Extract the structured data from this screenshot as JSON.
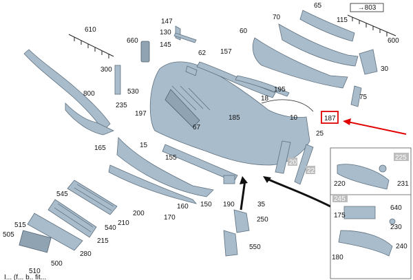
{
  "ref_box": "→803",
  "labels": {
    "l610": "610",
    "l147": "147",
    "l130": "130",
    "l145": "145",
    "l660": "660",
    "l300": "300",
    "l800": "800",
    "l530": "530",
    "l235": "235",
    "l197": "197",
    "l62": "62",
    "l157": "157",
    "l60": "60",
    "l70": "70",
    "l65": "65",
    "l115": "115",
    "l600": "600",
    "l30": "30",
    "l195": "195",
    "l75": "75",
    "l18": "18",
    "l185": "185",
    "l67": "67",
    "l10": "10",
    "l187": "187",
    "l25": "25",
    "l165": "165",
    "l15": "15",
    "l155": "155",
    "l20": "20",
    "l22": "22",
    "l545": "545",
    "l160": "160",
    "l150": "150",
    "l190": "190",
    "l35": "35",
    "l200": "200",
    "l210": "210",
    "l170": "170",
    "l540": "540",
    "l515": "515",
    "l505": "505",
    "l215": "215",
    "l250": "250",
    "l280": "280",
    "l500": "500",
    "l510": "510",
    "l550": "550",
    "l225": "225",
    "l220": "220",
    "l231": "231",
    "l245": "245",
    "l640": "640",
    "l175": "175",
    "l230": "230",
    "l240": "240",
    "l180": "180"
  },
  "highlight_color": "#e00000",
  "footer_text": "I... (f... b.. fit..."
}
